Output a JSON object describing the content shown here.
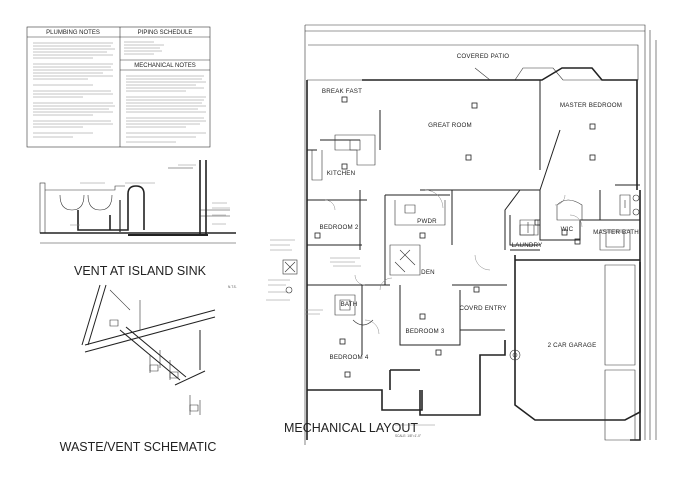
{
  "notes": {
    "plumbing_title": "PLUMBING NOTES",
    "piping_title": "PIPING SCHEDULE",
    "mechanical_title": "MECHANICAL NOTES"
  },
  "details": {
    "island_title": "VENT AT ISLAND SINK",
    "island_scale": "N.T.S.",
    "schematic_title": "WASTE/VENT SCHEMATIC"
  },
  "plan": {
    "title": "MECHANICAL LAYOUT",
    "scale": "SCALE: 1/8\"=1'-0\"",
    "rooms": {
      "covered_patio": "COVERED PATIO",
      "break_fast": "BREAK FAST",
      "master_bedroom": "MASTER BEDROOM",
      "great_room": "GREAT ROOM",
      "kitchen": "KITCHEN",
      "bedroom_2": "BEDROOM 2",
      "pwdr": "PWDR",
      "wic": "WIC",
      "master_bath": "MASTER BATH",
      "laundry": "LAUNDRY",
      "den": "DEN",
      "bath": "BATH",
      "covrd_entry": "COVRD ENTRY",
      "bedroom_3": "BEDROOM 3",
      "bedroom_4": "BEDROOM 4",
      "garage": "2 CAR GARAGE"
    }
  },
  "colors": {
    "ink": "#222222",
    "paper": "#ffffff"
  }
}
